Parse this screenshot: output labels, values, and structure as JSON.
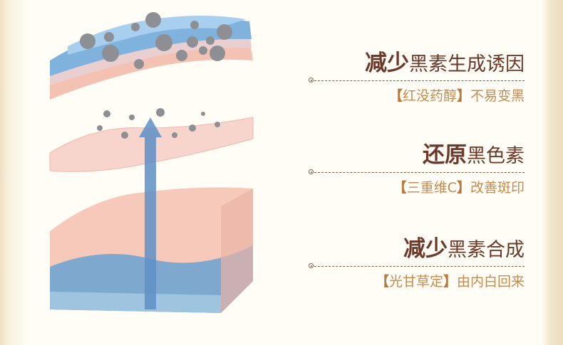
{
  "features": [
    {
      "title_strong": "减少",
      "title_rest": "黑素生成诱因",
      "ingredient": "红没药醇",
      "effect": "不易变黑"
    },
    {
      "title_strong": "还原",
      "title_rest": "黑色素",
      "ingredient": "三重维C",
      "effect": "改善斑印"
    },
    {
      "title_strong": "减少",
      "title_rest": "黑素合成",
      "ingredient": "光甘草定",
      "effect": "由内白回来"
    }
  ],
  "brackets": {
    "open": "【",
    "close": "】"
  },
  "colors": {
    "title": "#6b3a2a",
    "subtitle": "#c48a4f",
    "skin": "#f6c9bb",
    "blue": "#7fb3de"
  }
}
